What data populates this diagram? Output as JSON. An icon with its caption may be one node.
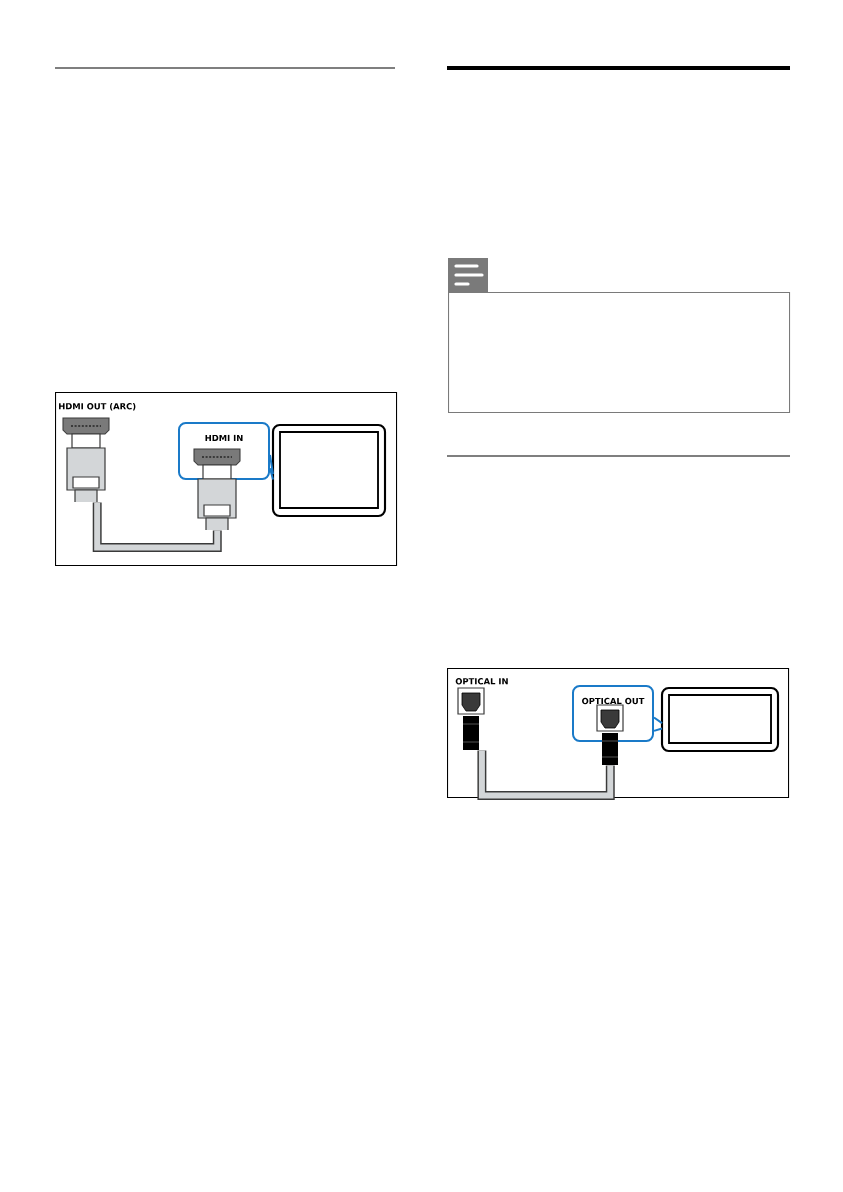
{
  "diagram": {
    "nodes": [
      {
        "text": [],
        "shape": "box"
      },
      {
        "text": [
          "HDMI OUT (ARC)"
        ],
        "in": 0
      },
      {
        "text": [
          "HDMI IN"
        ],
        "in": 0
      },
      {
        "text": [],
        "shape": "plug",
        "in": 0
      },
      {
        "text": [],
        "shape": "screen",
        "in": 0
      },
      {
        "text": [],
        "shape": "box"
      },
      {
        "text": [],
        "shape": "box"
      },
      {
        "text": [
          "OPTICAL IN"
        ],
        "in": 6
      },
      {
        "text": [
          "OPTICAL OUT"
        ],
        "in": 6
      },
      {
        "text": [],
        "shape": "plug",
        "in": 6
      },
      {
        "text": [],
        "shape": "screen",
        "in": 6
      }
    ],
    "edges": [
      {
        "from": 1,
        "to": 3,
        "arrow": "none",
        "style": "thick"
      },
      {
        "from": 2,
        "to": 4,
        "arrow": "none",
        "color": "#1a7ac8"
      },
      {
        "from": 7,
        "to": 9,
        "arrow": "none",
        "style": "thick"
      },
      {
        "from": 8,
        "to": 10,
        "arrow": "none",
        "color": "#1a7ac8"
      }
    ]
  }
}
